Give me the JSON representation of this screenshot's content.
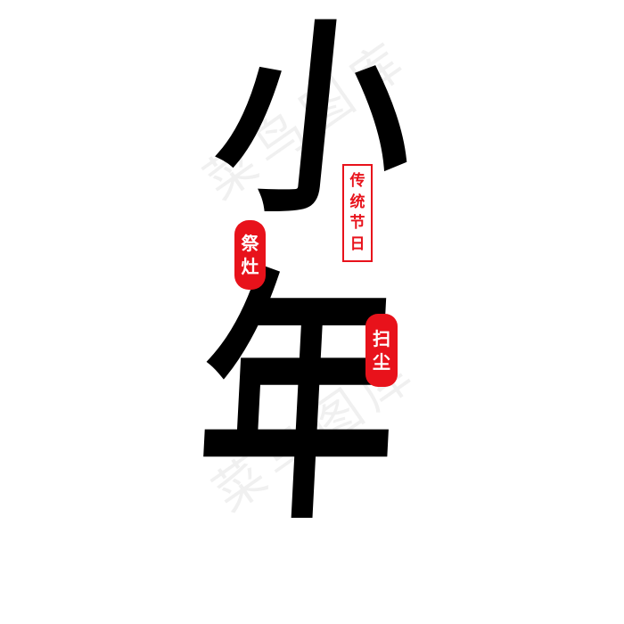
{
  "artwork": {
    "title_chars": [
      "小",
      "年"
    ],
    "title": "小年",
    "colors": {
      "ink": "#000000",
      "seal_red": "#e8121b",
      "background": "#ffffff"
    }
  },
  "seals": {
    "vertical_frame": {
      "chars": [
        "传",
        "统",
        "节",
        "日"
      ],
      "text": "传统节日"
    },
    "left_pill": {
      "chars": [
        "祭",
        "灶"
      ],
      "text": "祭灶"
    },
    "right_pill": {
      "chars": [
        "扫",
        "尘"
      ],
      "text": "扫尘"
    }
  },
  "watermark": {
    "text": "菜鸟图库"
  }
}
